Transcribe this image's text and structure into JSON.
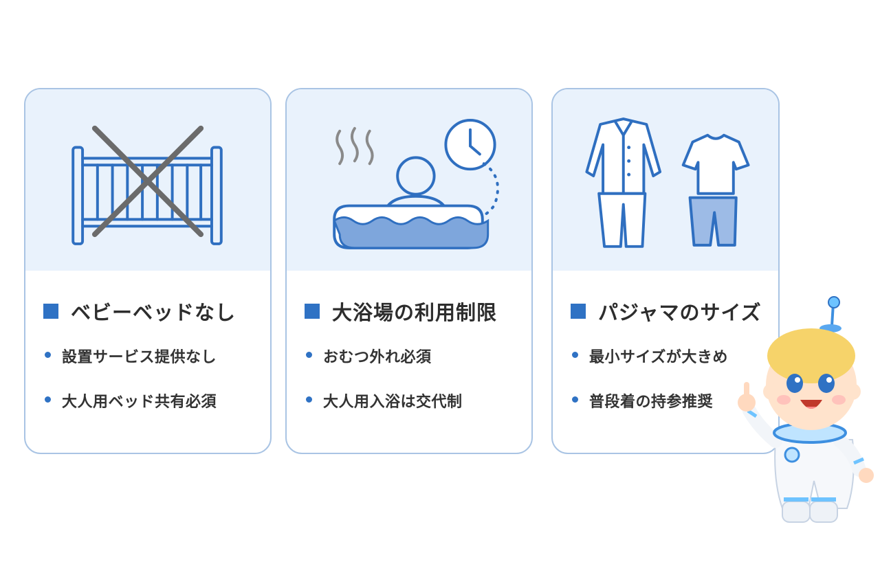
{
  "colors": {
    "accent": "#2f72c4",
    "card_border": "#a9c4e4",
    "art_background": "#e9f2fc",
    "icon_stroke": "#2f6fc0",
    "cross": "#6b6b6b"
  },
  "cards": [
    {
      "icon": "crib-crossed-out-icon",
      "title": "ベビーベッドなし",
      "bullets": [
        "設置サービス提供なし",
        "大人用ベッド共有必須"
      ]
    },
    {
      "icon": "bath-clock-icon",
      "title": "大浴場の利用制限",
      "bullets": [
        "おむつ外れ必須",
        "大人用入浴は交代制"
      ]
    },
    {
      "icon": "pajamas-icon",
      "title": "パジャマのサイズ",
      "bullets": [
        "最小サイズが大きめ",
        "普段着の持参推奨"
      ]
    }
  ],
  "mascot": "astronaut-baby-mascot"
}
